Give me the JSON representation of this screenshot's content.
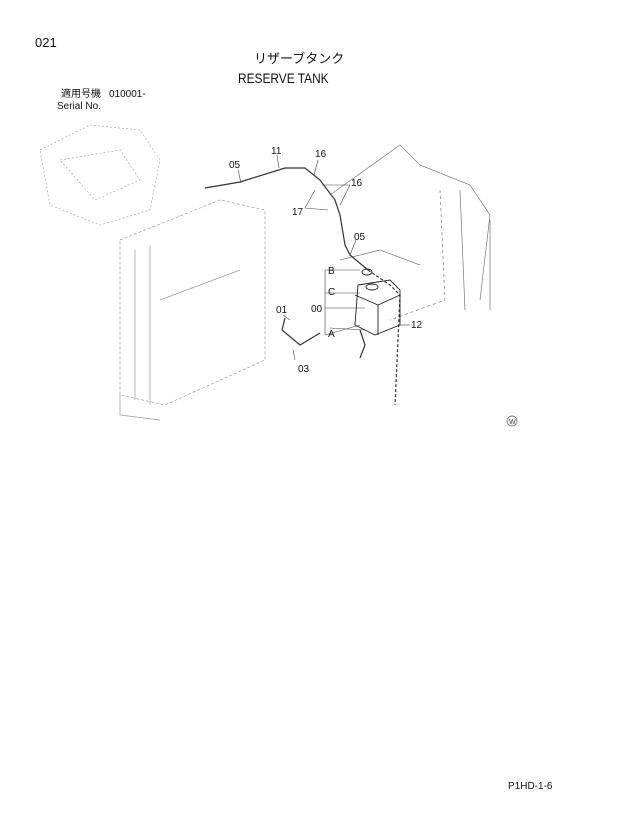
{
  "header": {
    "page_number": "021",
    "title_japanese": "リザーブタンク",
    "title_english": "RESERVE TANK",
    "serial_label_japanese": "適用号機",
    "serial_value": "010001-",
    "serial_label_english": "Serial No."
  },
  "diagram": {
    "callouts": [
      "05",
      "11",
      "16",
      "16",
      "17",
      "05",
      "B",
      "C",
      "00",
      "01",
      "A",
      "12",
      "03"
    ],
    "symbol": "W"
  },
  "footer": {
    "code": "P1HD-1-6"
  }
}
